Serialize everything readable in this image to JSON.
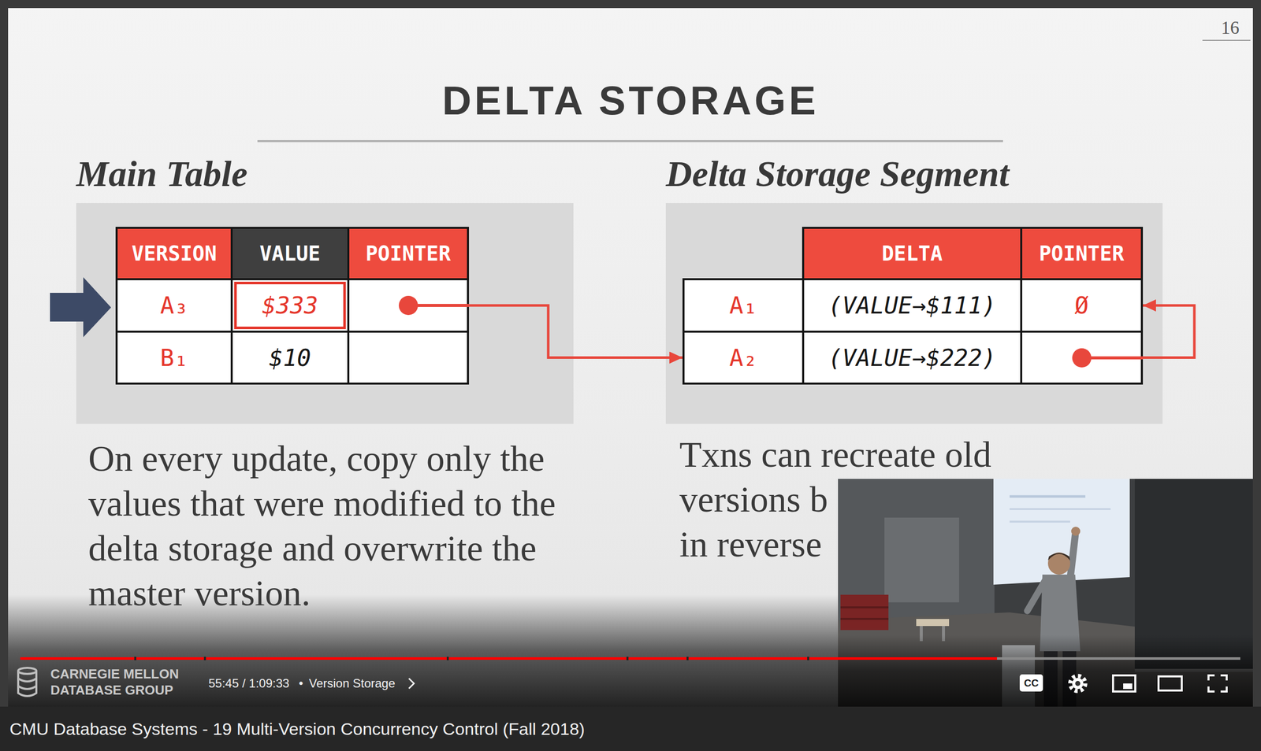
{
  "diagram": {
    "title": "DELTA STORAGE",
    "nodes": [
      {
        "text": [
          "Main Table"
        ]
      },
      {
        "text": [
          "VERSION",
          "VALUE",
          "POINTER"
        ],
        "in": 0
      },
      {
        "text": [
          "A₃",
          "$333"
        ],
        "in": 0
      },
      {
        "text": [
          "B₁",
          "$10"
        ],
        "in": 0
      },
      {
        "text": [
          "Delta Storage Segment"
        ]
      },
      {
        "text": [
          "DELTA",
          "POINTER"
        ],
        "in": 4
      },
      {
        "text": [
          "A₁",
          "(VALUE→$111)",
          "Ø"
        ],
        "in": 4
      },
      {
        "text": [
          "A₂",
          "(VALUE→$222)"
        ],
        "in": 4
      }
    ],
    "edges": [
      {
        "from": 2,
        "to": 7,
        "arrow": "to"
      },
      {
        "from": 7,
        "to": 6,
        "arrow": "to"
      }
    ],
    "labels": [
      "16",
      "On every update, copy only the values that were modified to the delta storage and overwrite the master version.",
      "Txns can recreate old",
      "versions b",
      "in reverse",
      "CARNEGIE MELLON",
      "DATABASE GROUP",
      "55:45 / 1:09:33",
      "•",
      "Version Storage",
      "CC",
      "CMU Database Systems - 19 Multi-Version Concurrency Control (Fall 2018)"
    ]
  }
}
